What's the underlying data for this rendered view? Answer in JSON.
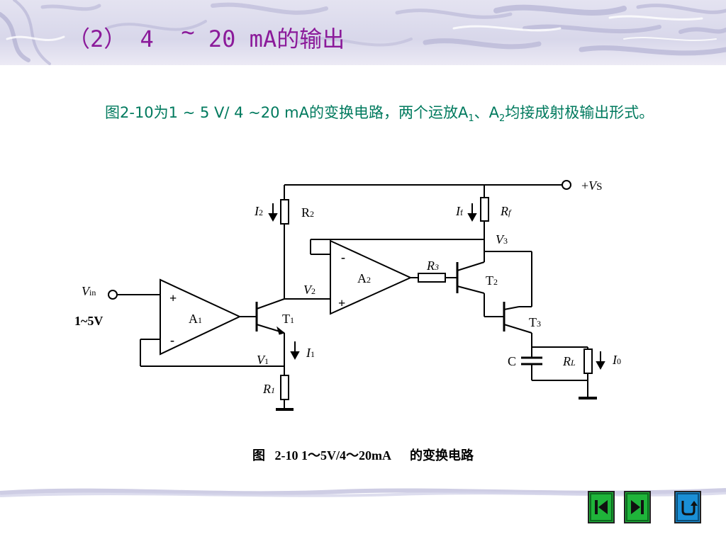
{
  "header": {
    "title_prefix": "（2）",
    "title_num": " 4  ",
    "title_tilde": "~",
    "title_range": " 20 mA",
    "title_suffix": "的输出"
  },
  "description": {
    "part1": "图2-10为1  ~ 5 V/ 4 ~20 mA的变换电路，两个运放A",
    "sub1": "1",
    "part2": "、A",
    "sub2": "2",
    "part3": "均接成射极输出形式。"
  },
  "circuit": {
    "supply": {
      "sign": "+",
      "symbol": "V",
      "sub": "S"
    },
    "input": {
      "symbol": "V",
      "sub": "in",
      "range": "1~5V"
    },
    "opamps": [
      {
        "id": "A1",
        "name": "A",
        "sub": "1",
        "plus": "+",
        "minus": "-"
      },
      {
        "id": "A2",
        "name": "A",
        "sub": "2",
        "plus": "+",
        "minus": "-"
      }
    ],
    "transistors": [
      {
        "name": "T",
        "sub": "1"
      },
      {
        "name": "T",
        "sub": "2"
      },
      {
        "name": "T",
        "sub": "3"
      }
    ],
    "resistors": [
      {
        "name": "R",
        "sub": "1"
      },
      {
        "name": "R",
        "sub": "2"
      },
      {
        "name": "R",
        "sub": "3"
      },
      {
        "name": "R",
        "sub": "f"
      },
      {
        "name": "R",
        "sub": "L"
      }
    ],
    "capacitor": "C",
    "currents": [
      {
        "name": "I",
        "sub": "2"
      },
      {
        "name": "I",
        "sub": "f"
      },
      {
        "name": "I",
        "sub": "1"
      },
      {
        "name": "I",
        "sub": "0"
      }
    ],
    "nodes": [
      {
        "name": "V",
        "sub": "1"
      },
      {
        "name": "V",
        "sub": "2"
      },
      {
        "name": "V",
        "sub": "3"
      }
    ]
  },
  "caption": "图   2-10 1～5V/4～20mA      的变换电路",
  "nav": {
    "prev_icon": "skip-back-icon",
    "next_icon": "skip-forward-icon",
    "return_icon": "return-arrow-icon",
    "colors": {
      "green": "#1fb43a",
      "blue": "#1a8fd6"
    }
  }
}
